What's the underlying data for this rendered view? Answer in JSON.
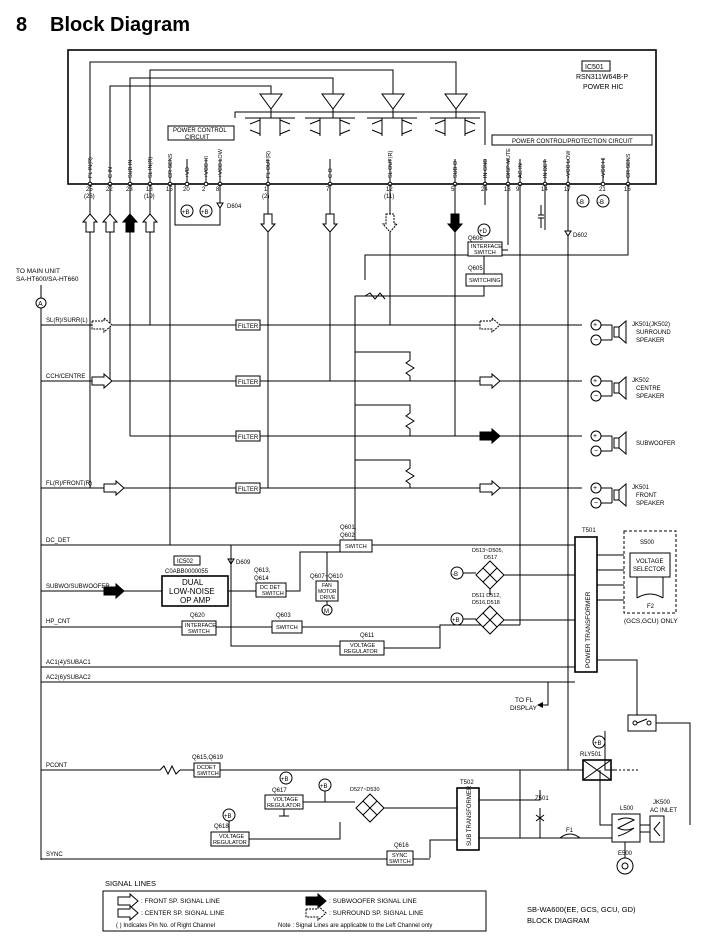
{
  "header": {
    "number": "8",
    "title": "Block Diagram"
  },
  "ic501": {
    "ref": "IC501",
    "part": "RSN311W64B-P",
    "name": "POWER HIC"
  },
  "ic501_blocks": {
    "power_control": [
      "POWER CONTROL",
      "CIRCUIT"
    ],
    "protection": "POWER CONTROL/PROTECTION CIRCUIT"
  },
  "ic_pins": [
    {
      "label": "FL IN(R)",
      "num": "25",
      "alt": "(26)"
    },
    {
      "label": "C IN",
      "num": "22",
      "alt": ""
    },
    {
      "label": "SUB IN",
      "num": "23",
      "alt": ""
    },
    {
      "label": "SL IN(R)",
      "num": "18",
      "alt": "(19)"
    },
    {
      "label": "CR SENS",
      "num": "15",
      "alt": ""
    },
    {
      "label": "+VD",
      "num": "20",
      "alt": ""
    },
    {
      "label": "+VCC HI",
      "num": "2",
      "alt": ""
    },
    {
      "label": "+VCC LOW",
      "num": "8",
      "alt": ""
    },
    {
      "label": "FL OUT(R)",
      "num": "1",
      "alt": "(2)"
    },
    {
      "label": "C O",
      "num": "7",
      "alt": ""
    },
    {
      "label": "SL OUT(R)",
      "num": "12",
      "alt": "(11)"
    },
    {
      "label": "SUB O",
      "num": "5",
      "alt": ""
    },
    {
      "label": "IN GND",
      "num": "24",
      "alt": ""
    },
    {
      "label": "DISP MUTE",
      "num": "13",
      "alt": ""
    },
    {
      "label": "AC IN",
      "num": "9",
      "alt": ""
    },
    {
      "label": "IN DET",
      "num": "14",
      "alt": ""
    },
    {
      "label": "-VCC LOW",
      "num": "17",
      "alt": ""
    },
    {
      "label": "-VCC HI",
      "num": "21",
      "alt": ""
    },
    {
      "label": "CR SENS",
      "num": "16",
      "alt": ""
    }
  ],
  "left_signals": {
    "main_unit": [
      "TO MAIN UNIT",
      "SA-HT600/SA-HT660"
    ],
    "terminal": "A",
    "sl": "SL(R)/SURR(L)",
    "cch": "CCH/CENTRE",
    "fl": "FL(R)/FRONT(R)",
    "dc_det": "DC_DET",
    "subwo": "SUBWO/SUBWOOFER",
    "hp_cnt": "HP_CNT",
    "ac1": "AC1(4)/SUBAC1",
    "ac2": "AC2(6)/SUBAC2",
    "pcont": "PCONT",
    "sync": "SYNC"
  },
  "filter_label": "FILTER",
  "speakers": [
    {
      "jack": "JK501(JK502)",
      "lines": [
        "SURROUND",
        "SPEAKER"
      ]
    },
    {
      "jack": "JK502",
      "lines": [
        "CENTRE",
        "SPEAKER"
      ]
    },
    {
      "jack": "",
      "lines": [
        "SUBWOOFER"
      ]
    },
    {
      "jack": "JK501",
      "lines": [
        "FRONT",
        "SPEAKER"
      ]
    }
  ],
  "components": {
    "q606": {
      "ref": "Q606",
      "label": [
        "INTERFACE",
        "SWITCH"
      ]
    },
    "q605": {
      "ref": "Q605",
      "label": [
        "SWITCHING"
      ]
    },
    "d604": "D604",
    "d602": "D602",
    "q601": {
      "ref": "Q601,",
      "ref2": "Q602",
      "label": [
        "SWITCH"
      ]
    },
    "ic502": {
      "ref": "IC502",
      "part": "C0ABB0000055",
      "label": [
        "DUAL",
        "LOW-NOISE",
        "OP AMP"
      ]
    },
    "d609": "D609",
    "q613": {
      "ref": "Q613,",
      "ref2": "Q614",
      "label": [
        "DC DET",
        "SWITCH"
      ]
    },
    "q607": {
      "ref": "Q607~Q610",
      "label": [
        "FAN",
        "MOTOR",
        "DRIVE"
      ],
      "motor": "M"
    },
    "q620": {
      "ref": "Q620",
      "label": [
        "INTERFACE",
        "SWITCH"
      ]
    },
    "q603": {
      "ref": "Q603",
      "label": [
        "SWITCH"
      ]
    },
    "q611": {
      "ref": "Q611",
      "label": [
        "VOLTAGE",
        "REGULATOR"
      ]
    },
    "d513": "D513~D505,",
    "d513b": "D517",
    "d511": "D511 D512,",
    "d511b": "D516,D518",
    "t501": {
      "ref": "T501",
      "label": "POWER TRANSFORMER"
    },
    "s500": {
      "ref": "S500",
      "label": [
        "VOLTAGE",
        "SELECTOR"
      ],
      "fuse": "F2",
      "note": "(GCS,GCU) ONLY"
    },
    "to_fl": [
      "TO FL",
      "DISPLAY"
    ],
    "q615": {
      "ref": "Q615,Q619",
      "label": [
        "DCDET",
        "SWITCH"
      ]
    },
    "q617": {
      "ref": "Q617",
      "label": [
        "VOLTAGE",
        "REGULATOR"
      ]
    },
    "d527": "D527~D530",
    "q618": {
      "ref": "Q618",
      "label": [
        "VOLTAGE",
        "REGULATOR"
      ]
    },
    "q616": {
      "ref": "Q616",
      "label": [
        "SYNC",
        "SWITCH"
      ]
    },
    "t502": {
      "ref": "T502",
      "label": "SUB TRANSFORMER"
    },
    "rly": "RLY501",
    "z501": "Z501",
    "f1": "F1",
    "l500": "L500",
    "jk500": {
      "ref": "JK500",
      "label": "AC INLET"
    },
    "e500": "E500"
  },
  "supply_marks": {
    "plus": "+B",
    "minus": "-B",
    "plus_d": "+D"
  },
  "legend": {
    "title": "SIGNAL LINES",
    "front": ": FRONT SP. SIGNAL LINE",
    "center": ": CENTER SP. SIGNAL LINE",
    "sub": ": SUBWOOFER SIGNAL LINE",
    "surround": ": SURROUND SP. SIGNAL LINE",
    "pin_note": "(    ) Indicates Pin No. of Right Channel",
    "note": "Note : Signal Lines are applicable to the Left Channel only"
  },
  "footer": [
    "SB-WA600(EE, GCS, GCU, GD)",
    "BLOCK DIAGRAM"
  ]
}
